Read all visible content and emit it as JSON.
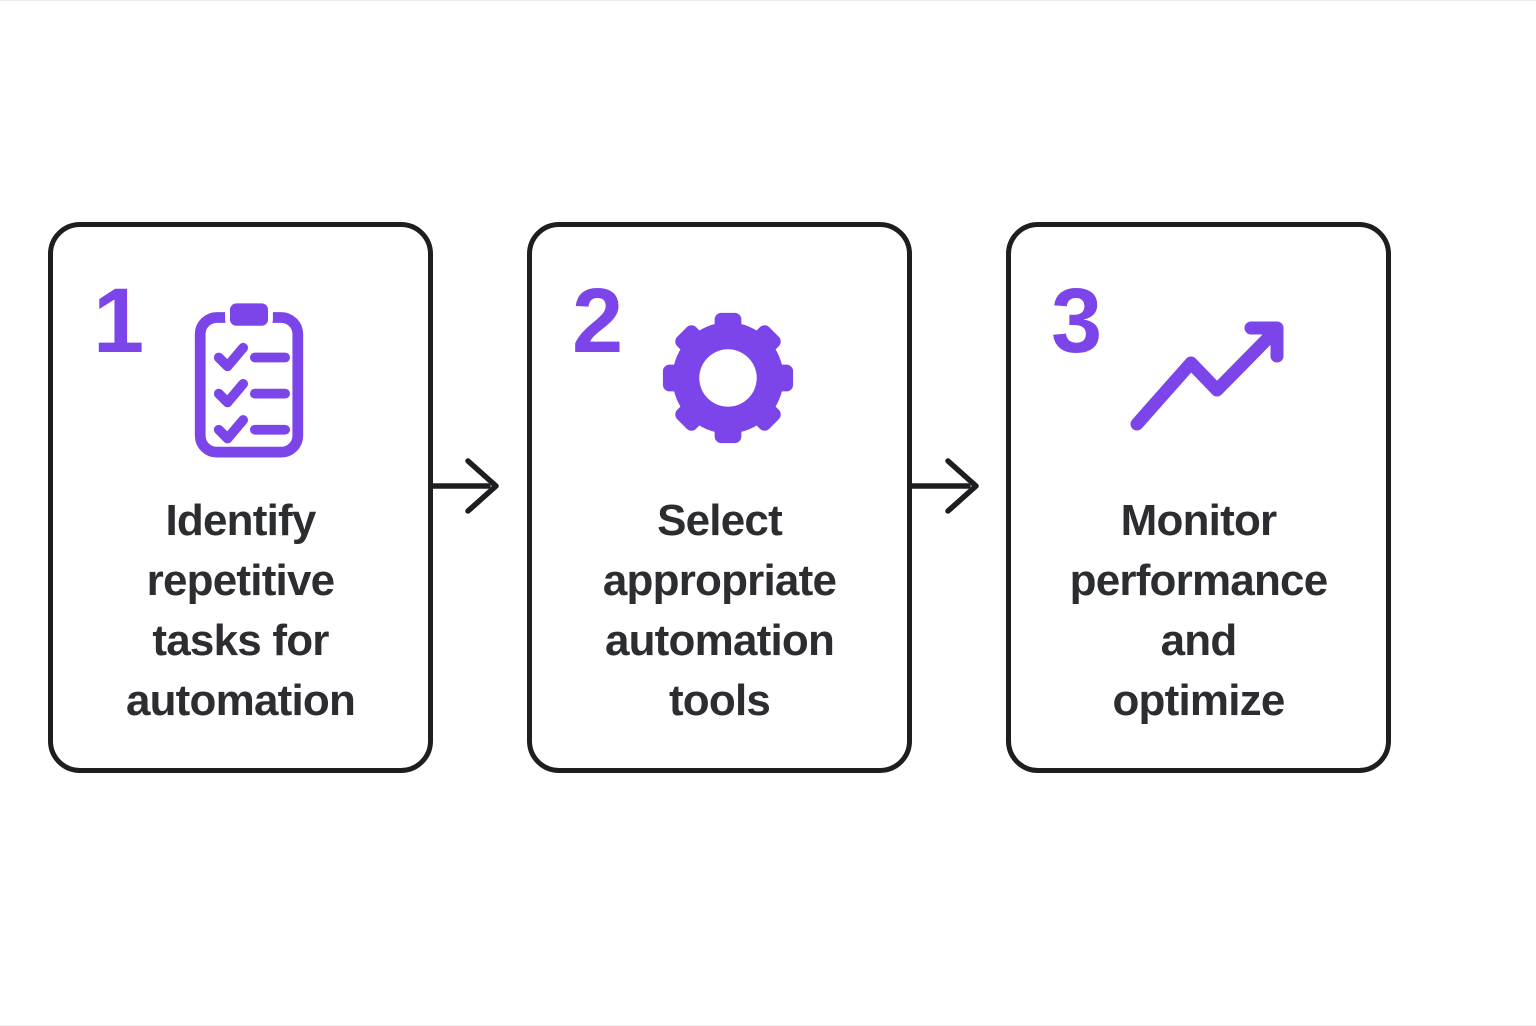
{
  "colors": {
    "accent_purple": "#7C45EA",
    "outline_black": "#1E1E21",
    "text_dark": "#2B2D31",
    "background": "#FFFFFF"
  },
  "steps": [
    {
      "number": "1",
      "icon": "checklist-clipboard-icon",
      "title": "Identify repetitive tasks for automation",
      "title_lines": [
        "Identify",
        "repetitive",
        "tasks for",
        "automation"
      ]
    },
    {
      "number": "2",
      "icon": "gear-icon",
      "title": "Select appropriate automation tools",
      "title_lines": [
        "Select",
        "appropriate",
        "automation",
        "tools"
      ]
    },
    {
      "number": "3",
      "icon": "trending-up-icon",
      "title": "Monitor performance and optimize",
      "title_lines": [
        "Monitor",
        "performance",
        "and",
        "optimize"
      ]
    }
  ],
  "connectors": [
    {
      "icon": "arrow-right-icon"
    },
    {
      "icon": "arrow-right-icon"
    }
  ]
}
